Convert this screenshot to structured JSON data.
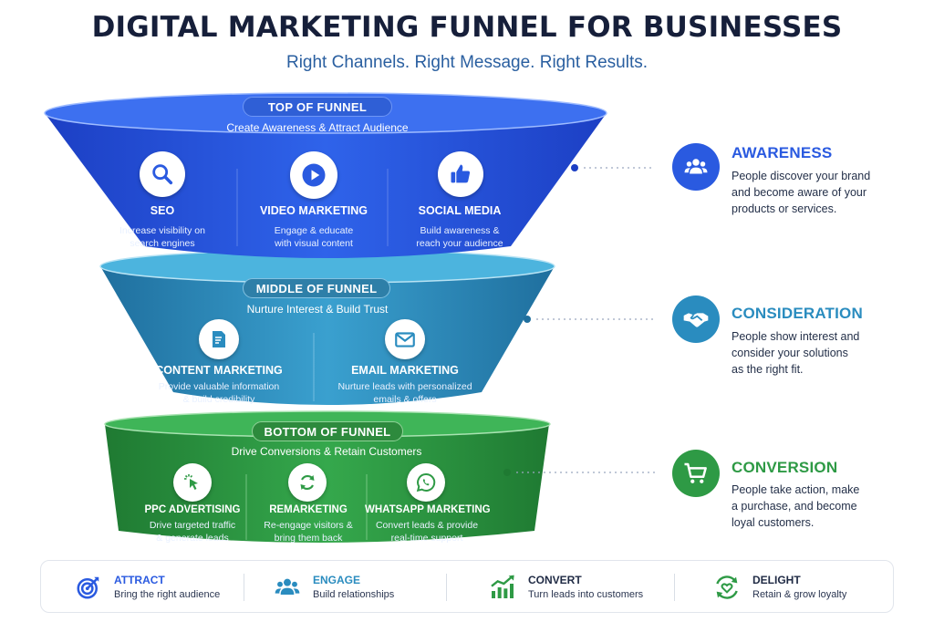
{
  "title": "DIGITAL MARKETING FUNNEL FOR BUSINESSES",
  "subtitle": "Right Channels. Right Message. Right Results.",
  "colors": {
    "top": "#2a5ae0",
    "middle": "#2a8cbf",
    "bottom": "#2e9a45",
    "dark_text": "#161f3a"
  },
  "tiers": {
    "top": {
      "label": "TOP OF FUNNEL",
      "subtitle": "Create Awareness & Attract Audience",
      "channels": [
        {
          "name": "SEO",
          "desc1": "Increase visibility on",
          "desc2": "search engines",
          "icon": "search-icon"
        },
        {
          "name": "VIDEO MARKETING",
          "desc1": "Engage & educate",
          "desc2": "with visual content",
          "icon": "play-icon"
        },
        {
          "name": "SOCIAL MEDIA",
          "desc1": "Build awareness &",
          "desc2": "reach your audience",
          "icon": "thumbs-up-icon"
        }
      ]
    },
    "middle": {
      "label": "MIDDLE OF FUNNEL",
      "subtitle": "Nurture Interest & Build Trust",
      "channels": [
        {
          "name": "CONTENT MARKETING",
          "desc1": "Provide valuable information",
          "desc2": "& build credibility",
          "icon": "document-edit-icon"
        },
        {
          "name": "EMAIL MARKETING",
          "desc1": "Nurture leads with personalized",
          "desc2": "emails & offers",
          "icon": "envelope-icon"
        }
      ]
    },
    "bottom": {
      "label": "BOTTOM OF FUNNEL",
      "subtitle": "Drive Conversions & Retain Customers",
      "channels": [
        {
          "name": "PPC ADVERTISING",
          "desc1": "Drive targeted traffic",
          "desc2": "& generate leads",
          "icon": "cursor-click-icon"
        },
        {
          "name": "REMARKETING",
          "desc1": "Re-engage visitors &",
          "desc2": "bring them back",
          "icon": "refresh-icon"
        },
        {
          "name": "WHATSAPP MARKETING",
          "desc1": "Convert leads & provide",
          "desc2": "real-time support",
          "icon": "whatsapp-icon"
        }
      ]
    }
  },
  "stages": [
    {
      "title": "AWARENESS",
      "line1": "People discover your brand",
      "line2": "and become aware of your",
      "line3": "products or services.",
      "color": "#2a5ae0",
      "icon": "people-group-icon"
    },
    {
      "title": "CONSIDERATION",
      "line1": "People show interest and",
      "line2": "consider your solutions",
      "line3": "as the right fit.",
      "color": "#2a8cbf",
      "icon": "handshake-icon"
    },
    {
      "title": "CONVERSION",
      "line1": "People take action, make",
      "line2": "a purchase, and become",
      "line3": "loyal customers.",
      "color": "#2e9a45",
      "icon": "shopping-cart-icon"
    }
  ],
  "bottom_bar": [
    {
      "title": "ATTRACT",
      "desc": "Bring the right audience",
      "color": "#2a5ae0",
      "icon": "target-icon"
    },
    {
      "title": "ENGAGE",
      "desc": "Build relationships",
      "color": "#2a8cbf",
      "icon": "people-group-icon"
    },
    {
      "title": "CONVERT",
      "desc": "Turn leads into customers",
      "color": "#2e9a45",
      "icon": "growth-chart-icon"
    },
    {
      "title": "DELIGHT",
      "desc": "Retain & grow loyalty",
      "color": "#2e9a45",
      "icon": "heart-cycle-icon"
    }
  ]
}
